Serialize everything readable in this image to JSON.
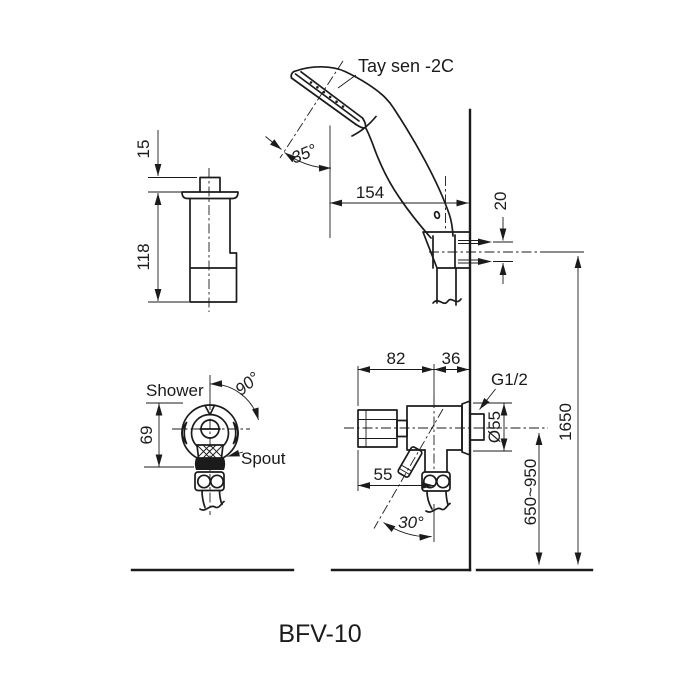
{
  "drawing": {
    "title_label": "Tay sen -2C",
    "model": "BFV-10",
    "labels": {
      "shower": "Shower",
      "spout": "Spout",
      "thread_size": "G1/2"
    },
    "dimensions": {
      "holder_cap_height": "15",
      "holder_body_height": "118",
      "head_angle": "35°",
      "head_reach": "154",
      "screw_spacing": "20",
      "valve_body_length": "82",
      "wall_offset": "36",
      "flange_diameter": "Ø55",
      "handle_sweep_angle": "90°",
      "valve_front_height": "69",
      "lever_offset": "55",
      "lever_angle": "30°",
      "valve_mount_height": "650~950",
      "hanger_mount_height": "1650"
    },
    "colors": {
      "line": "#1b1b1b",
      "background": "#ffffff"
    }
  }
}
